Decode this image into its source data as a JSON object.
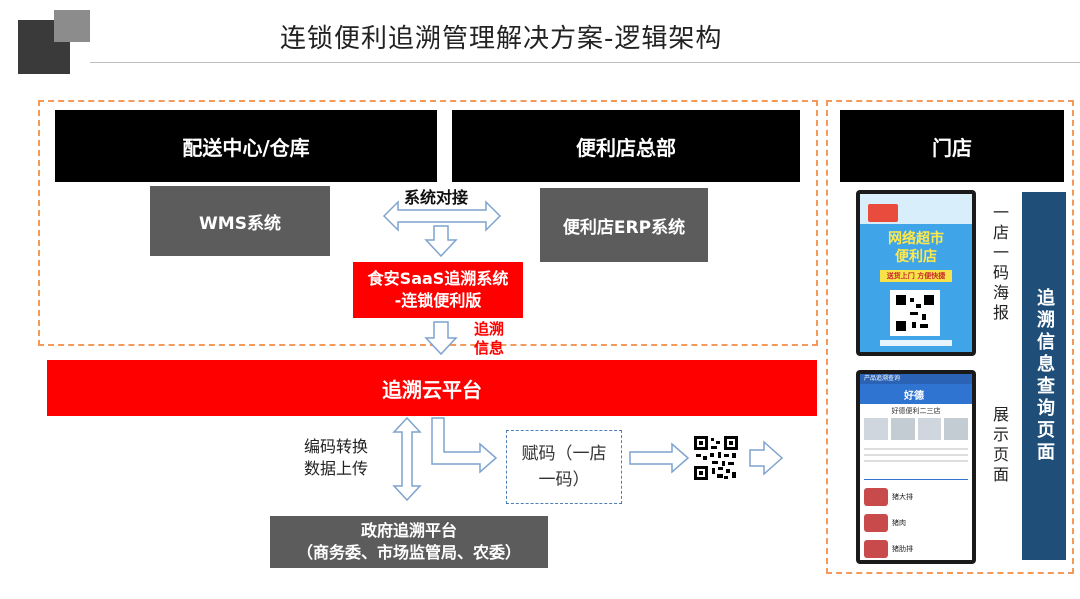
{
  "header": {
    "title": "连锁便利追溯管理解决方案-逻辑架构"
  },
  "blocks": {
    "distribution": "配送中心/仓库",
    "hq": "便利店总部",
    "store": "门店",
    "wms": "WMS系统",
    "erp": "便利店ERP系统",
    "saas_line1": "食安SaaS追溯系统",
    "saas_line2": "-连锁便利版",
    "cloud": "追溯云平台",
    "gov_line1": "政府追溯平台",
    "gov_line2": "（商务委、市场监管局、农委）"
  },
  "labels": {
    "system_link": "系统对接",
    "trace_info_1": "追溯",
    "trace_info_2": "信息",
    "encode_1": "编码转换",
    "encode_2": "数据上传",
    "fuma_1": "赋码（一店",
    "fuma_2": "一码）",
    "poster_label": "一店一码海报",
    "display_label": "展示页面",
    "trace_query": "追溯信息查询页面"
  },
  "poster": {
    "headline_1": "网络超市",
    "headline_2": "便利店",
    "slogan": "送货上门 方便快捷"
  },
  "phone2": {
    "topbar": "产品追溯查询",
    "brand": "好德",
    "store_name": "好德便利二三店",
    "items": [
      "猪大排",
      "猪肉",
      "猪肋排"
    ]
  },
  "colors": {
    "red": "#ff0000",
    "black": "#000000",
    "gray": "#5c5c5c",
    "navy": "#1f4e79",
    "dashed_orange": "#f39a5a",
    "arrow_blue": "#7ea3cf"
  }
}
